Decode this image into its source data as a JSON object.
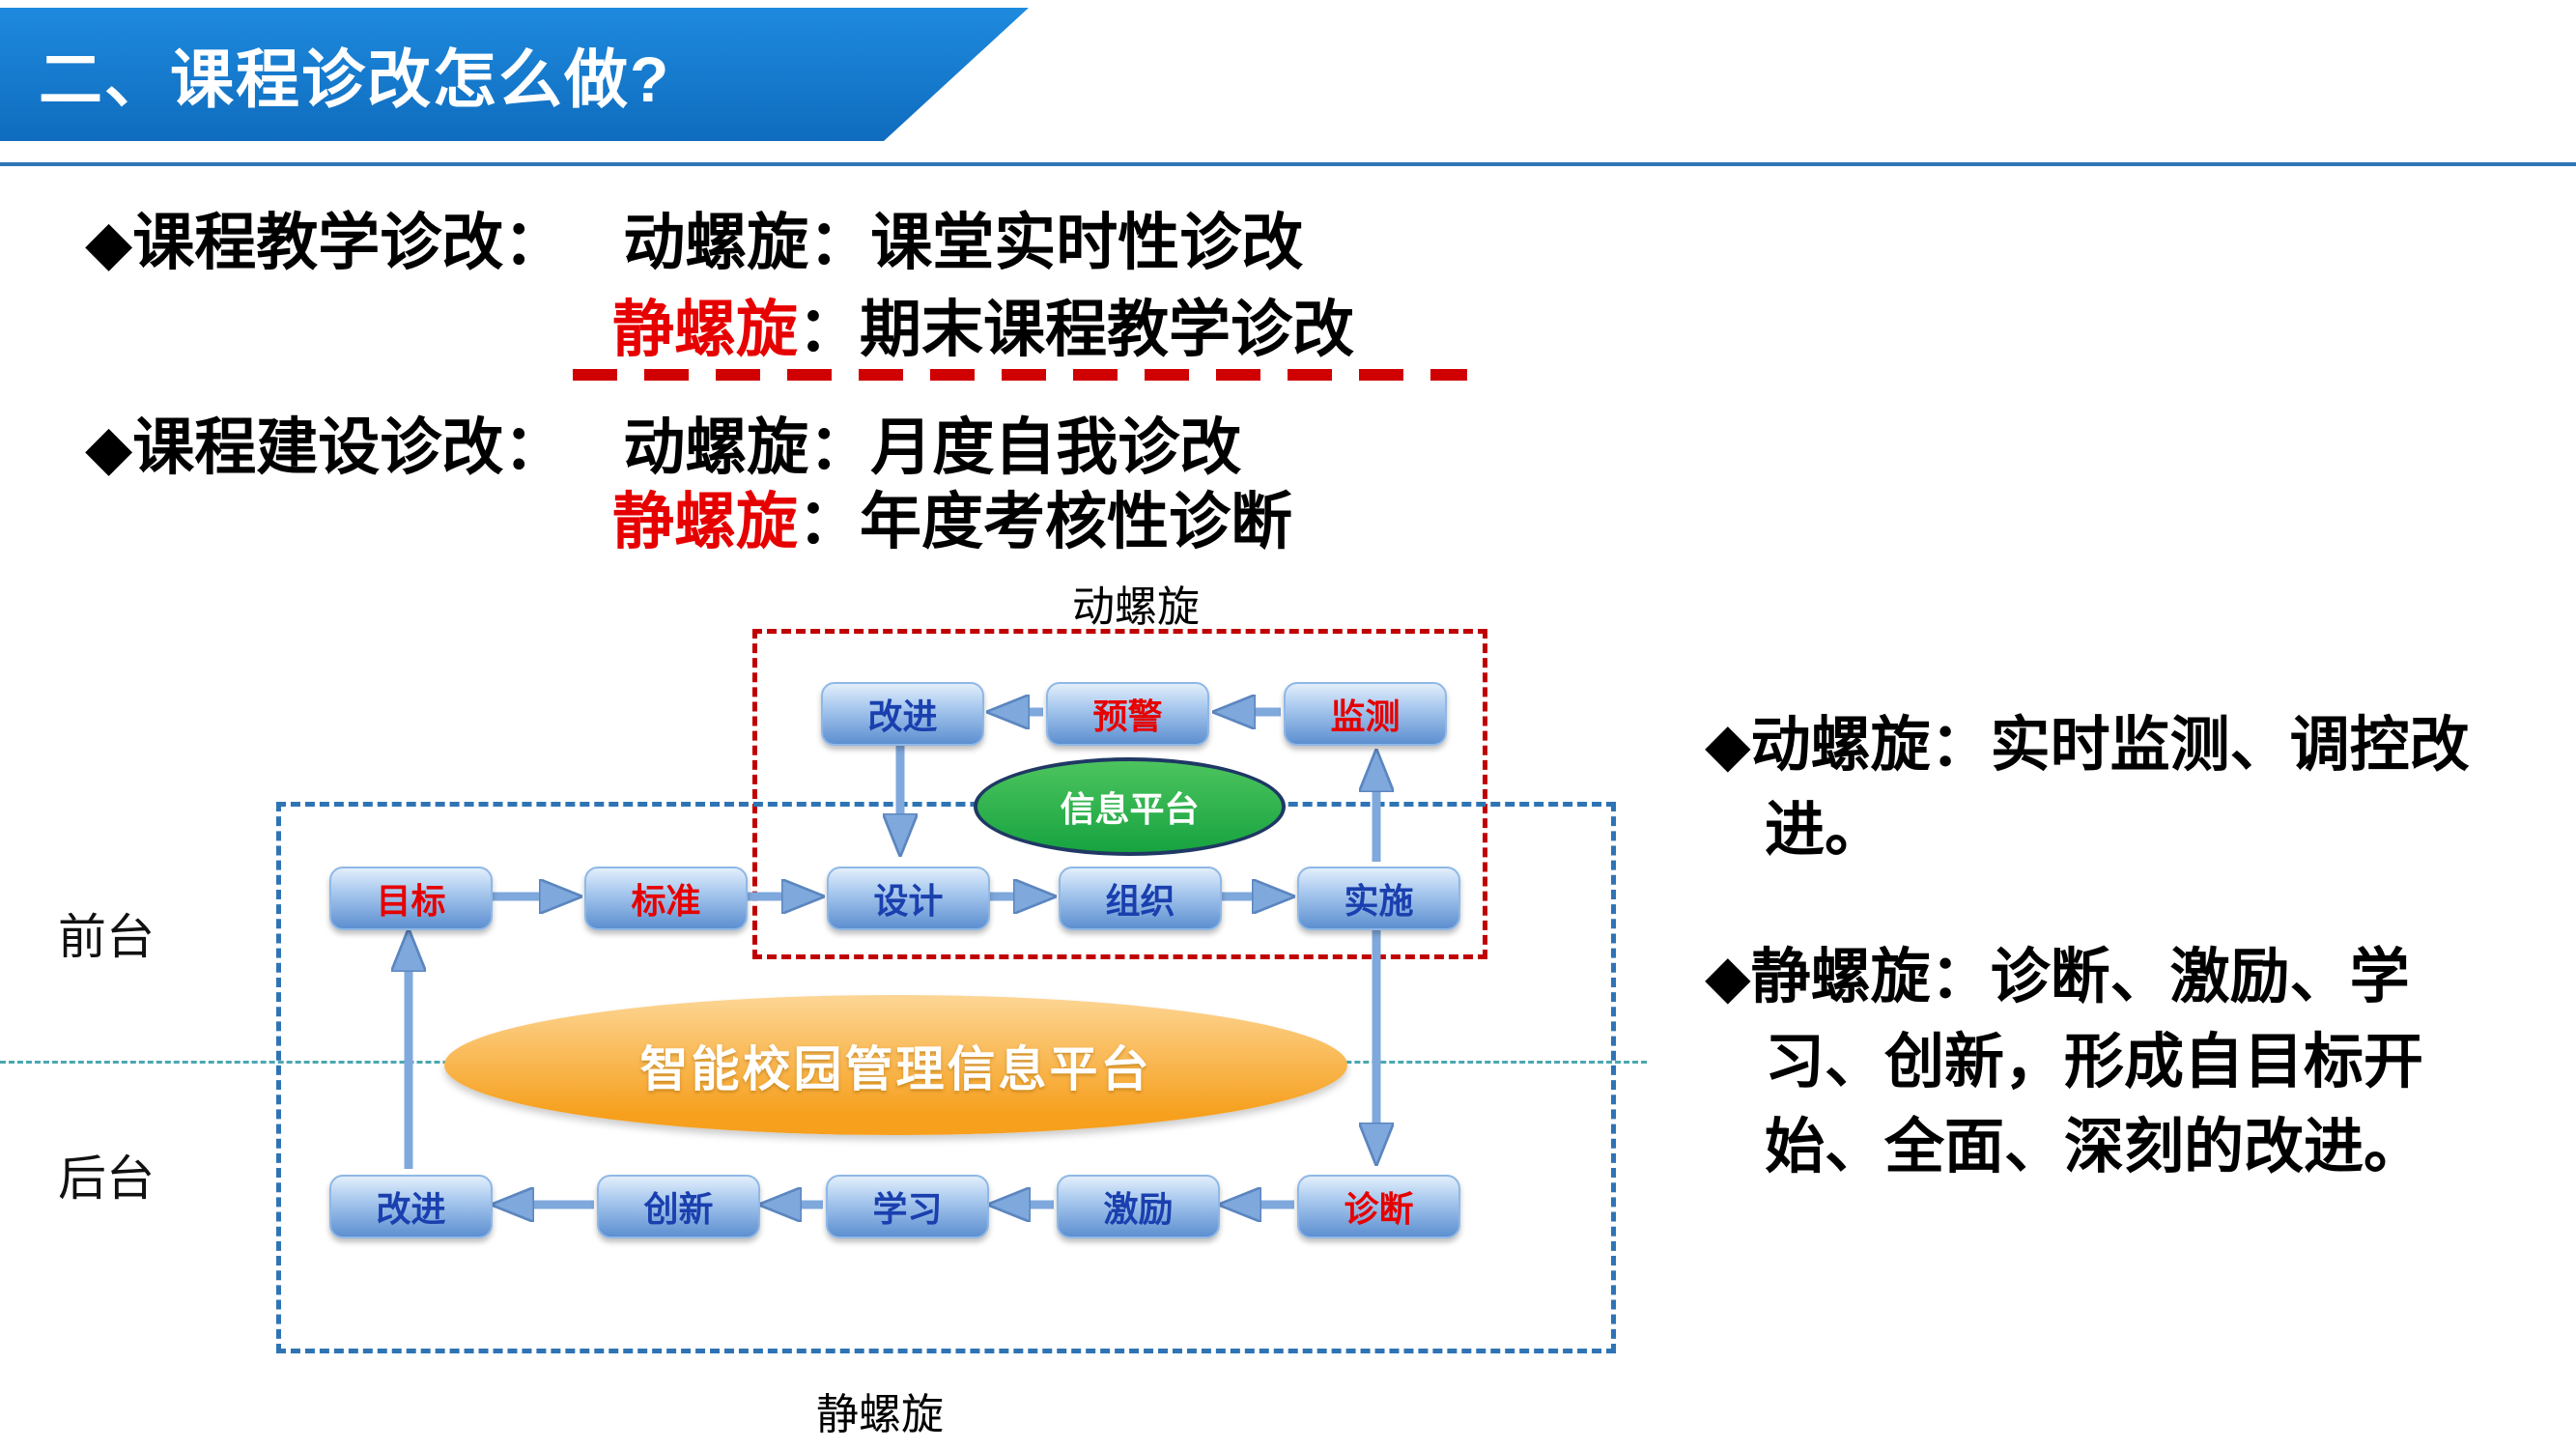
{
  "banner": {
    "title": "二、课程诊改怎么做?"
  },
  "sections": [
    {
      "marker": "◆",
      "heading": "课程教学诊改：",
      "dyn": "动螺旋：课堂实时性诊改",
      "static_label": "静螺旋",
      "static_rest": "：期末课程教学诊改"
    },
    {
      "marker": "◆",
      "heading": "课程建设诊改：",
      "dyn": "动螺旋：月度自我诊改",
      "static_label": "静螺旋",
      "static_rest": "：年度考核性诊断"
    }
  ],
  "diagram": {
    "dyn_label": "动螺旋",
    "static_label": "静螺旋",
    "front_label": "前台",
    "back_label": "后台",
    "info_platform": "信息平台",
    "smart_platform": "智能校园管理信息平台",
    "top_row": [
      {
        "label": "改进",
        "text_color": "blue"
      },
      {
        "label": "预警",
        "text_color": "red"
      },
      {
        "label": "监测",
        "text_color": "red"
      }
    ],
    "middle_row": [
      {
        "label": "目标",
        "text_color": "red"
      },
      {
        "label": "标准",
        "text_color": "red"
      },
      {
        "label": "设计",
        "text_color": "blue"
      },
      {
        "label": "组织",
        "text_color": "blue"
      },
      {
        "label": "实施",
        "text_color": "blue"
      }
    ],
    "bottom_row": [
      {
        "label": "改进",
        "text_color": "blue"
      },
      {
        "label": "创新",
        "text_color": "blue"
      },
      {
        "label": "学习",
        "text_color": "blue"
      },
      {
        "label": "激励",
        "text_color": "blue"
      },
      {
        "label": "诊断",
        "text_color": "red"
      }
    ]
  },
  "right_notes": [
    "◆动螺旋：实时监测、调控改进。",
    "◆静螺旋：诊断、激励、学习、创新，形成自目标开始、全面、深刻的改进。"
  ],
  "colors": {
    "banner_blue": "#127cd6",
    "rule_blue": "#2e75b6",
    "red_accent": "#e60000",
    "red_dash": "#d00000",
    "blue_dash": "#2e74b5",
    "node_text_blue": "#1a3fae",
    "green_ellipse": "#17a340",
    "orange_ellipse": "#f6a01e",
    "arrow_blue": "#7fa8dc",
    "teal_dash": "#4aa8b0"
  }
}
